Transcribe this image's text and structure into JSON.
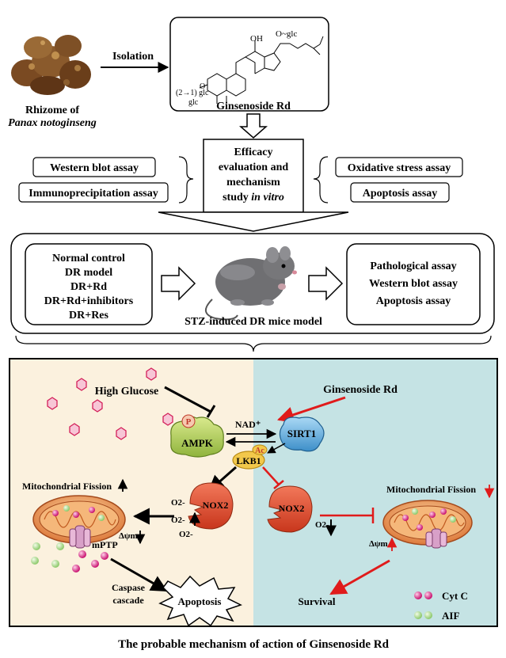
{
  "top": {
    "isolation": "Isolation",
    "rhizome_line1": "Rhizome of",
    "rhizome_line2": "Panax notoginseng",
    "compound_name": "Ginsenoside Rd",
    "chem_oh": "OH",
    "chem_oglc": "O~glc",
    "chem_glc_top": "(2→1) glc",
    "chem_glc_bottom": "glc",
    "chem_o": "O"
  },
  "in_vitro": {
    "center_line1": "Efficacy",
    "center_line2": "evaluation and",
    "center_line3": "mechanism",
    "center_line4_a": "study ",
    "center_line4_b": "in vitro",
    "left_assays": [
      "Western blot assay",
      "Immunoprecipitation assay"
    ],
    "right_assays": [
      "Oxidative stress assay",
      "Apoptosis  assay"
    ]
  },
  "in_vivo": {
    "groups": [
      "Normal control",
      "DR model",
      "DR+Rd",
      "DR+Rd+inhibitors",
      "DR+Res"
    ],
    "model_label": "STZ-induced DR mice model",
    "assays": [
      "Pathological assay",
      "Western blot assay",
      "Apoptosis  assay"
    ]
  },
  "mechanism": {
    "high_glucose": "High Glucose",
    "ginsenoside": "Ginsenoside Rd",
    "nad": "NAD⁺",
    "ampk": "AMPK",
    "p_badge": "P",
    "sirt1": "SIRT1",
    "lkb1": "LKB1",
    "ac_badge": "Ac",
    "nox2_left": "NOX2",
    "nox2_right": "NOX2",
    "o2_minus": "O2-",
    "mito_fission_left": "Mitochondrial Fission",
    "mito_fission_right": "Mitochondrial Fission",
    "delta_psi": "Δψm",
    "mptp": "mPTP",
    "caspase_line1": "Caspase",
    "caspase_line2": "cascade",
    "apoptosis": "Apoptosis",
    "survival": "Survival",
    "legend": [
      {
        "label": "Cyt C",
        "color": "#d6187a"
      },
      {
        "label": "AIF",
        "color": "#a8d889"
      }
    ],
    "left_bg": "#fbf1de",
    "right_bg": "#c5e3e4"
  },
  "caption": "The probable mechanism of action of Ginsenoside Rd"
}
